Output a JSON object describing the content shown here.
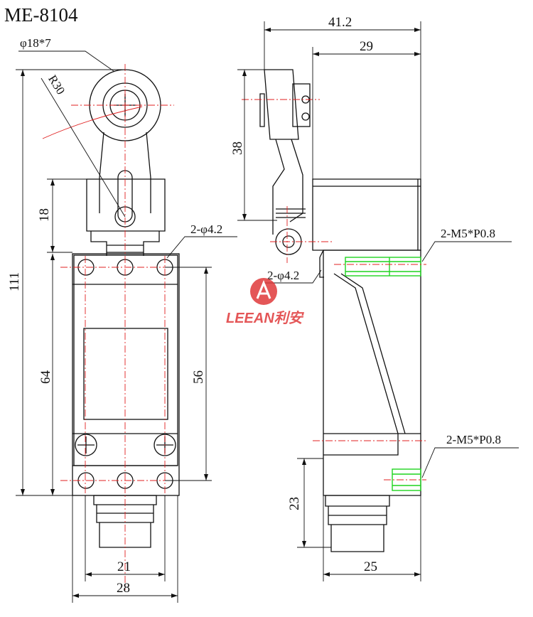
{
  "title": "ME-8104",
  "front_view": {
    "roller_label": "φ18*7",
    "radius_label": "R30",
    "hole_label": "2-φ4.2",
    "dims": {
      "overall_height": "111",
      "arm_height": "18",
      "body_height": "64",
      "mount_spacing": "56",
      "inner_width": "21",
      "overall_width": "28"
    }
  },
  "side_view": {
    "overall_depth": "41.2",
    "body_depth": "29",
    "roller_offset": "38",
    "hole_label": "2-φ4.2",
    "thread_label_top": "2-M5*P0.8",
    "thread_label_bottom": "2-M5*P0.8",
    "plunger_height": "23",
    "base_width": "25"
  },
  "logo": {
    "text": "LEEAN利安",
    "color": "#e0393a"
  }
}
